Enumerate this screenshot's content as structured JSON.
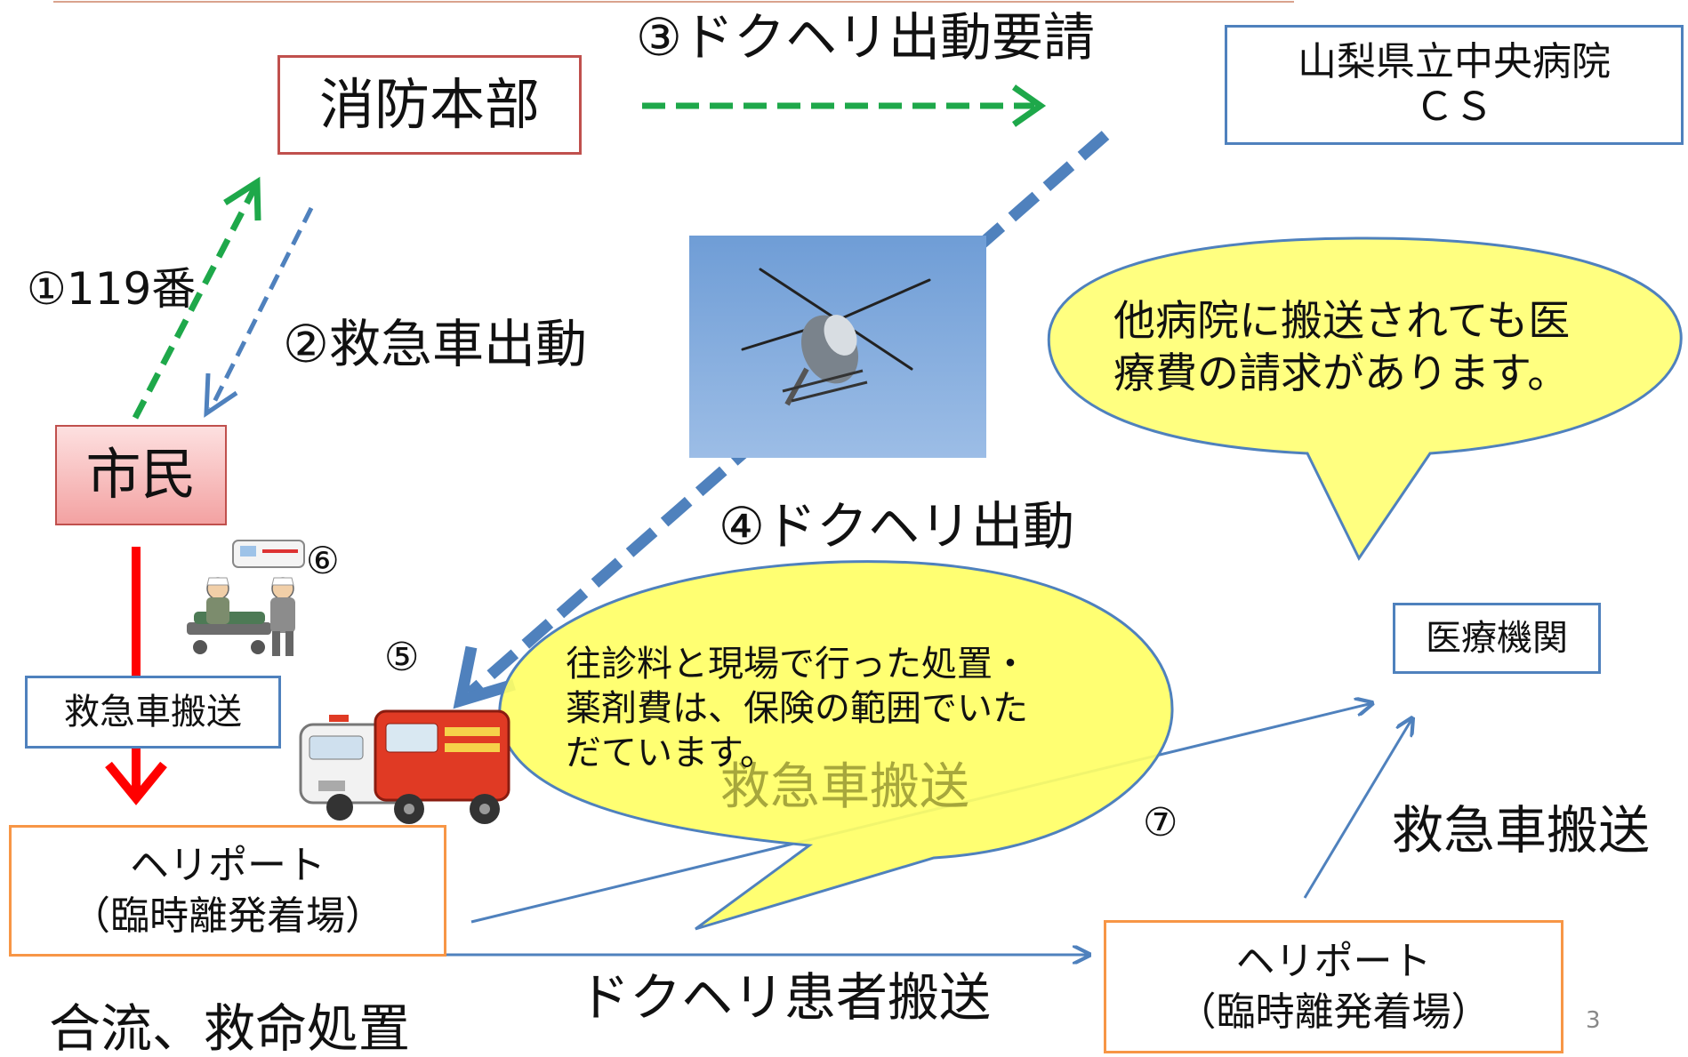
{
  "nodes": {
    "fire_hq": "消防本部",
    "citizen": "市民",
    "hospital_cs": "山梨県立中央病院\nＣＳ",
    "medical_institution": "医療機関",
    "heliport_1": "ヘリポート\n（臨時離発着場）",
    "heliport_2": "ヘリポート\n（臨時離発着場）",
    "ambulance_transport_box": "救急車搬送"
  },
  "steps": {
    "s1": "①119番",
    "s2": "②救急車出動",
    "s3": "③ドクヘリ出動要請",
    "s4": "④ドクヘリ出動",
    "s5": "⑤",
    "s6": "⑥",
    "s7": "⑦"
  },
  "labels": {
    "ambulance_transport_mid": "救急車搬送",
    "ambulance_transport_right": "救急車搬送",
    "heli_patient_transport": "ドクヘリ患者搬送",
    "merge_treatment": "合流、救命処置",
    "page_number": "3"
  },
  "callouts": {
    "cost_note": "往診料と現場で行った処置・\n薬剤費は、保険の範囲でいた\nだています。",
    "other_hospital_note": "他病院に搬送されても医\n療費の請求があります。"
  },
  "colors": {
    "green_arrow": "#1ea84a",
    "blue_arrow": "#4f81bd",
    "red_arrow": "#ff0000",
    "orange_border": "#f79646",
    "dark_red_border": "#c0504d",
    "callout_fill": "#ffff80",
    "sky": "#7fa7d8"
  }
}
